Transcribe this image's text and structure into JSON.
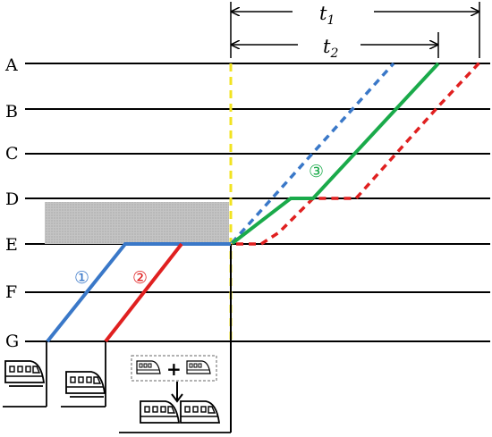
{
  "diagram": {
    "stations": [
      "A",
      "B",
      "C",
      "D",
      "E",
      "F",
      "G"
    ],
    "t1_label": {
      "main": "t",
      "sub": "1"
    },
    "t2_label": {
      "main": "t",
      "sub": "2"
    },
    "trains": [
      {
        "number": "①",
        "color": "#3a78c8"
      },
      {
        "number": "②",
        "color": "#e02020"
      },
      {
        "number": "③",
        "color": "#1aaa4a"
      }
    ],
    "plus_sign": "+",
    "colors": {
      "blue": "#3a78c8",
      "red": "#e02020",
      "green": "#1aaa4a",
      "yellow": "#f2e320",
      "blocked": "#b8b8b8"
    }
  }
}
